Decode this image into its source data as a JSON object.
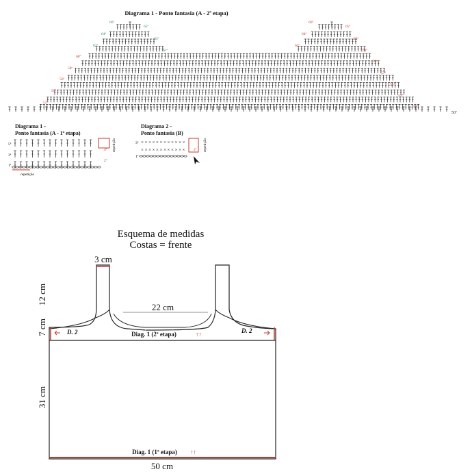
{
  "diagram_top": {
    "title": "Diagrama 1 - Ponto  fantasia (A - 2ª etapa)",
    "base_row_label": "50ª",
    "left_peak_labels": [
      {
        "text": "52ª",
        "color": "#c0392b"
      },
      {
        "text": "54ª",
        "color": "#c0392b"
      },
      {
        "text": "56ª",
        "color": "#c0392b"
      },
      {
        "text": "58ª",
        "color": "#c0392b"
      },
      {
        "text": "60ª",
        "color": "#c0392b"
      },
      {
        "text": "62ª",
        "color": "#2e8b57"
      },
      {
        "text": "64ª",
        "color": "#2e8b57"
      },
      {
        "text": "66ª",
        "color": "#2e8b57"
      }
    ],
    "left_peak_right_labels": [
      {
        "text": "65ª",
        "color": "#2e8b57"
      },
      {
        "text": "63ª",
        "color": "#2e8b57"
      },
      {
        "text": "61ª",
        "color": "#2e8b57"
      }
    ],
    "right_peak_left_labels": [
      {
        "text": "62ª",
        "color": "#c0392b"
      },
      {
        "text": "64ª",
        "color": "#c0392b"
      },
      {
        "text": "66ª",
        "color": "#c0392b"
      }
    ],
    "right_peak_right_labels": [
      {
        "text": "65ª",
        "color": "#c0392b"
      },
      {
        "text": "63ª",
        "color": "#c0392b"
      },
      {
        "text": "61ª",
        "color": "#c0392b"
      },
      {
        "text": "59ª",
        "color": "#c0392b"
      },
      {
        "text": "57ª",
        "color": "#c0392b"
      },
      {
        "text": "55ª",
        "color": "#c0392b"
      },
      {
        "text": "53ª",
        "color": "#c0392b"
      },
      {
        "text": "51ª",
        "color": "#c0392b"
      }
    ]
  },
  "diagram_small_a": {
    "title_line1": "Diagrama 1 -",
    "title_line2": "Ponto  fantasia (A - 1ª etapa)",
    "row_labels": [
      "5ª",
      "3ª",
      "1ª"
    ],
    "right_labels": [
      "4ª",
      "2ª"
    ],
    "repeat_bottom": "repetição",
    "repeat_side": "repetição"
  },
  "diagram_small_b": {
    "title_line1": "Diagrama 2 -",
    "title_line2": "Ponto  fantasia (B)",
    "row_labels": [
      "3ª",
      "1ª"
    ],
    "right_labels": [
      "2ª"
    ],
    "repeat_side": "repetição"
  },
  "measurements": {
    "title_line1": "Esquema de medidas",
    "title_line2": "Costas = frente",
    "strap_width": "3 cm",
    "strap_height": "12 cm",
    "neck_width": "22 cm",
    "yoke_height": "7 cm",
    "body_height": "31 cm",
    "body_width": "50 cm",
    "d2_left": "D. 2",
    "d2_right": "D. 2",
    "diag_upper": "Diag. 1 (2ª etapa)",
    "diag_lower": "Diag. 1 (1ª etapa)",
    "arrows": "↑↑",
    "arrow_color": "#c0392b",
    "line_color": "#c0392b"
  }
}
